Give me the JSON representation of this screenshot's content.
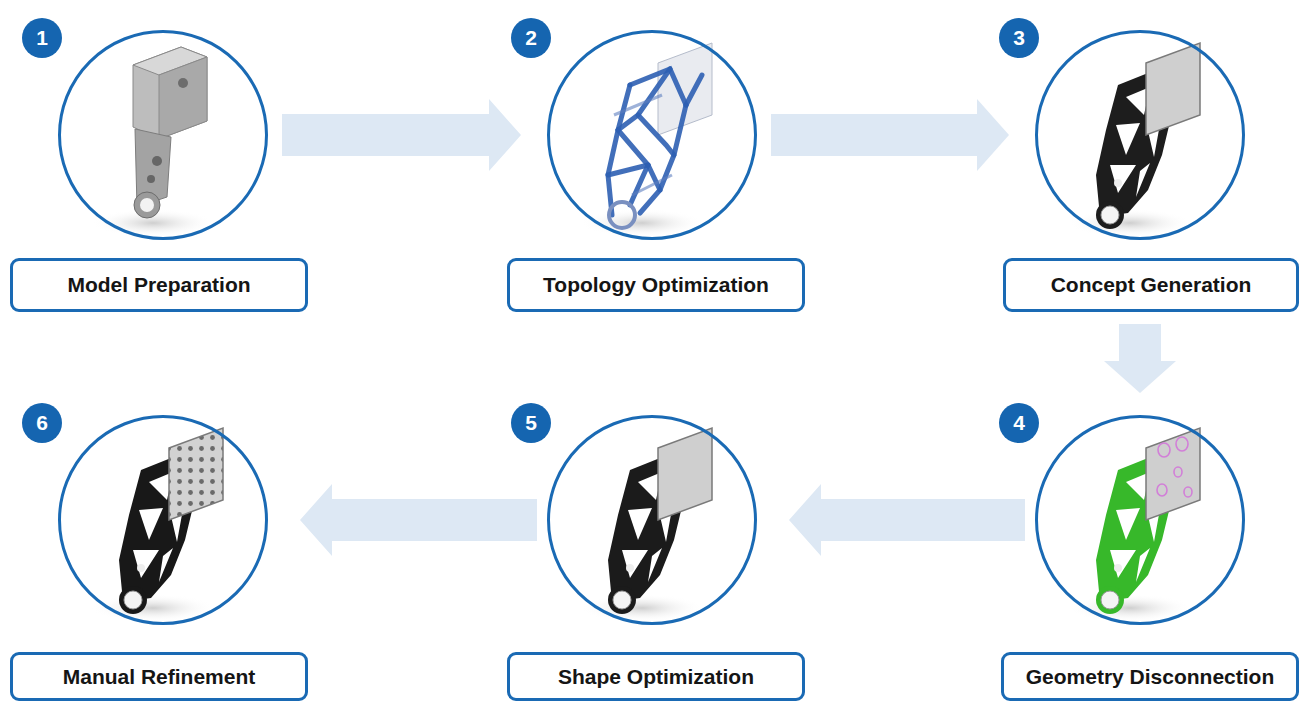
{
  "diagram": {
    "nodes": [
      {
        "text": [
          "Model Preparation"
        ]
      },
      {
        "text": [
          "1"
        ],
        "in": 0
      },
      {
        "text": [
          "Topology Optimization"
        ]
      },
      {
        "text": [
          "2"
        ],
        "in": 2
      },
      {
        "text": [
          "Concept Generation"
        ]
      },
      {
        "text": [
          "3"
        ],
        "in": 4
      },
      {
        "text": [
          "Geometry Disconnection"
        ]
      },
      {
        "text": [
          "4"
        ],
        "in": 6
      },
      {
        "text": [
          "Shape Optimization"
        ]
      },
      {
        "text": [
          "5"
        ],
        "in": 8
      },
      {
        "text": [
          "Manual Refinement"
        ]
      },
      {
        "text": [
          "6"
        ],
        "in": 10
      }
    ],
    "edges": [
      {
        "from": 0,
        "to": 2,
        "arrow": "to"
      },
      {
        "from": 2,
        "to": 4,
        "arrow": "to"
      },
      {
        "from": 4,
        "to": 6,
        "arrow": "to"
      },
      {
        "from": 6,
        "to": 8,
        "arrow": "to"
      },
      {
        "from": 8,
        "to": 10,
        "arrow": "to"
      }
    ]
  }
}
